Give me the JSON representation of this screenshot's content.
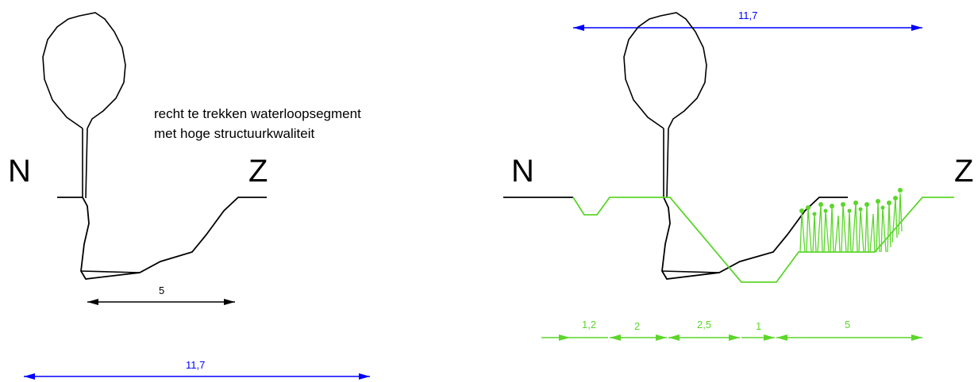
{
  "left_section": {
    "north_label": "N",
    "south_label": "Z",
    "annotation_line1": "recht te trekken waterloopsegment",
    "annotation_line2": "met hoge structuurkwaliteit",
    "bed_width_label": "5",
    "total_width_label": "11,7"
  },
  "right_section": {
    "north_label": "N",
    "south_label": "Z",
    "total_width_label": "11,7",
    "segment_labels": [
      "1,2",
      "2",
      "2,5",
      "1",
      "5"
    ]
  },
  "colors": {
    "existing_profile": "#000000",
    "new_profile": "#5bd62a",
    "total_width_dimension": "#0000ff"
  }
}
